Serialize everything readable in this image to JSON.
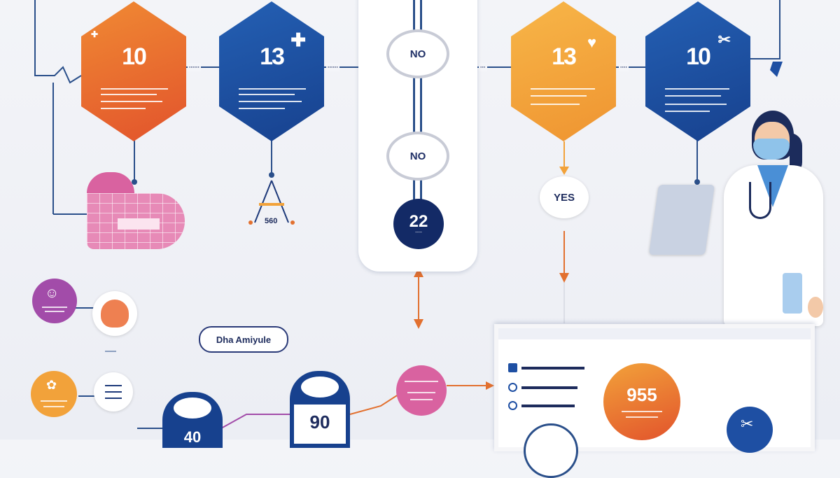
{
  "hexagons": [
    {
      "number": "10",
      "icon": "✚",
      "color": "#e65e2b"
    },
    {
      "number": "13",
      "icon": "✚",
      "color": "#1e4fa3"
    },
    {
      "number": "13",
      "icon": "♥",
      "color": "#f2a23a"
    },
    {
      "number": "10",
      "icon": "✂",
      "color": "#1e4fa3"
    }
  ],
  "panel": {
    "node_top": "NO",
    "node_middle": "NO",
    "node_bottom_number": "22"
  },
  "yes_node": "YES",
  "caption_mid": "560",
  "pill_label": "Dha Amiyule",
  "cylinders": {
    "left_number": "40",
    "right_number": "90"
  },
  "screen": {
    "score": "955"
  },
  "colors": {
    "orange": "#e65e2b",
    "navy": "#1e4fa3",
    "amber": "#f2a23a",
    "pink": "#d45f95",
    "purple": "#a24ca9",
    "line": "#2a4f8a"
  }
}
